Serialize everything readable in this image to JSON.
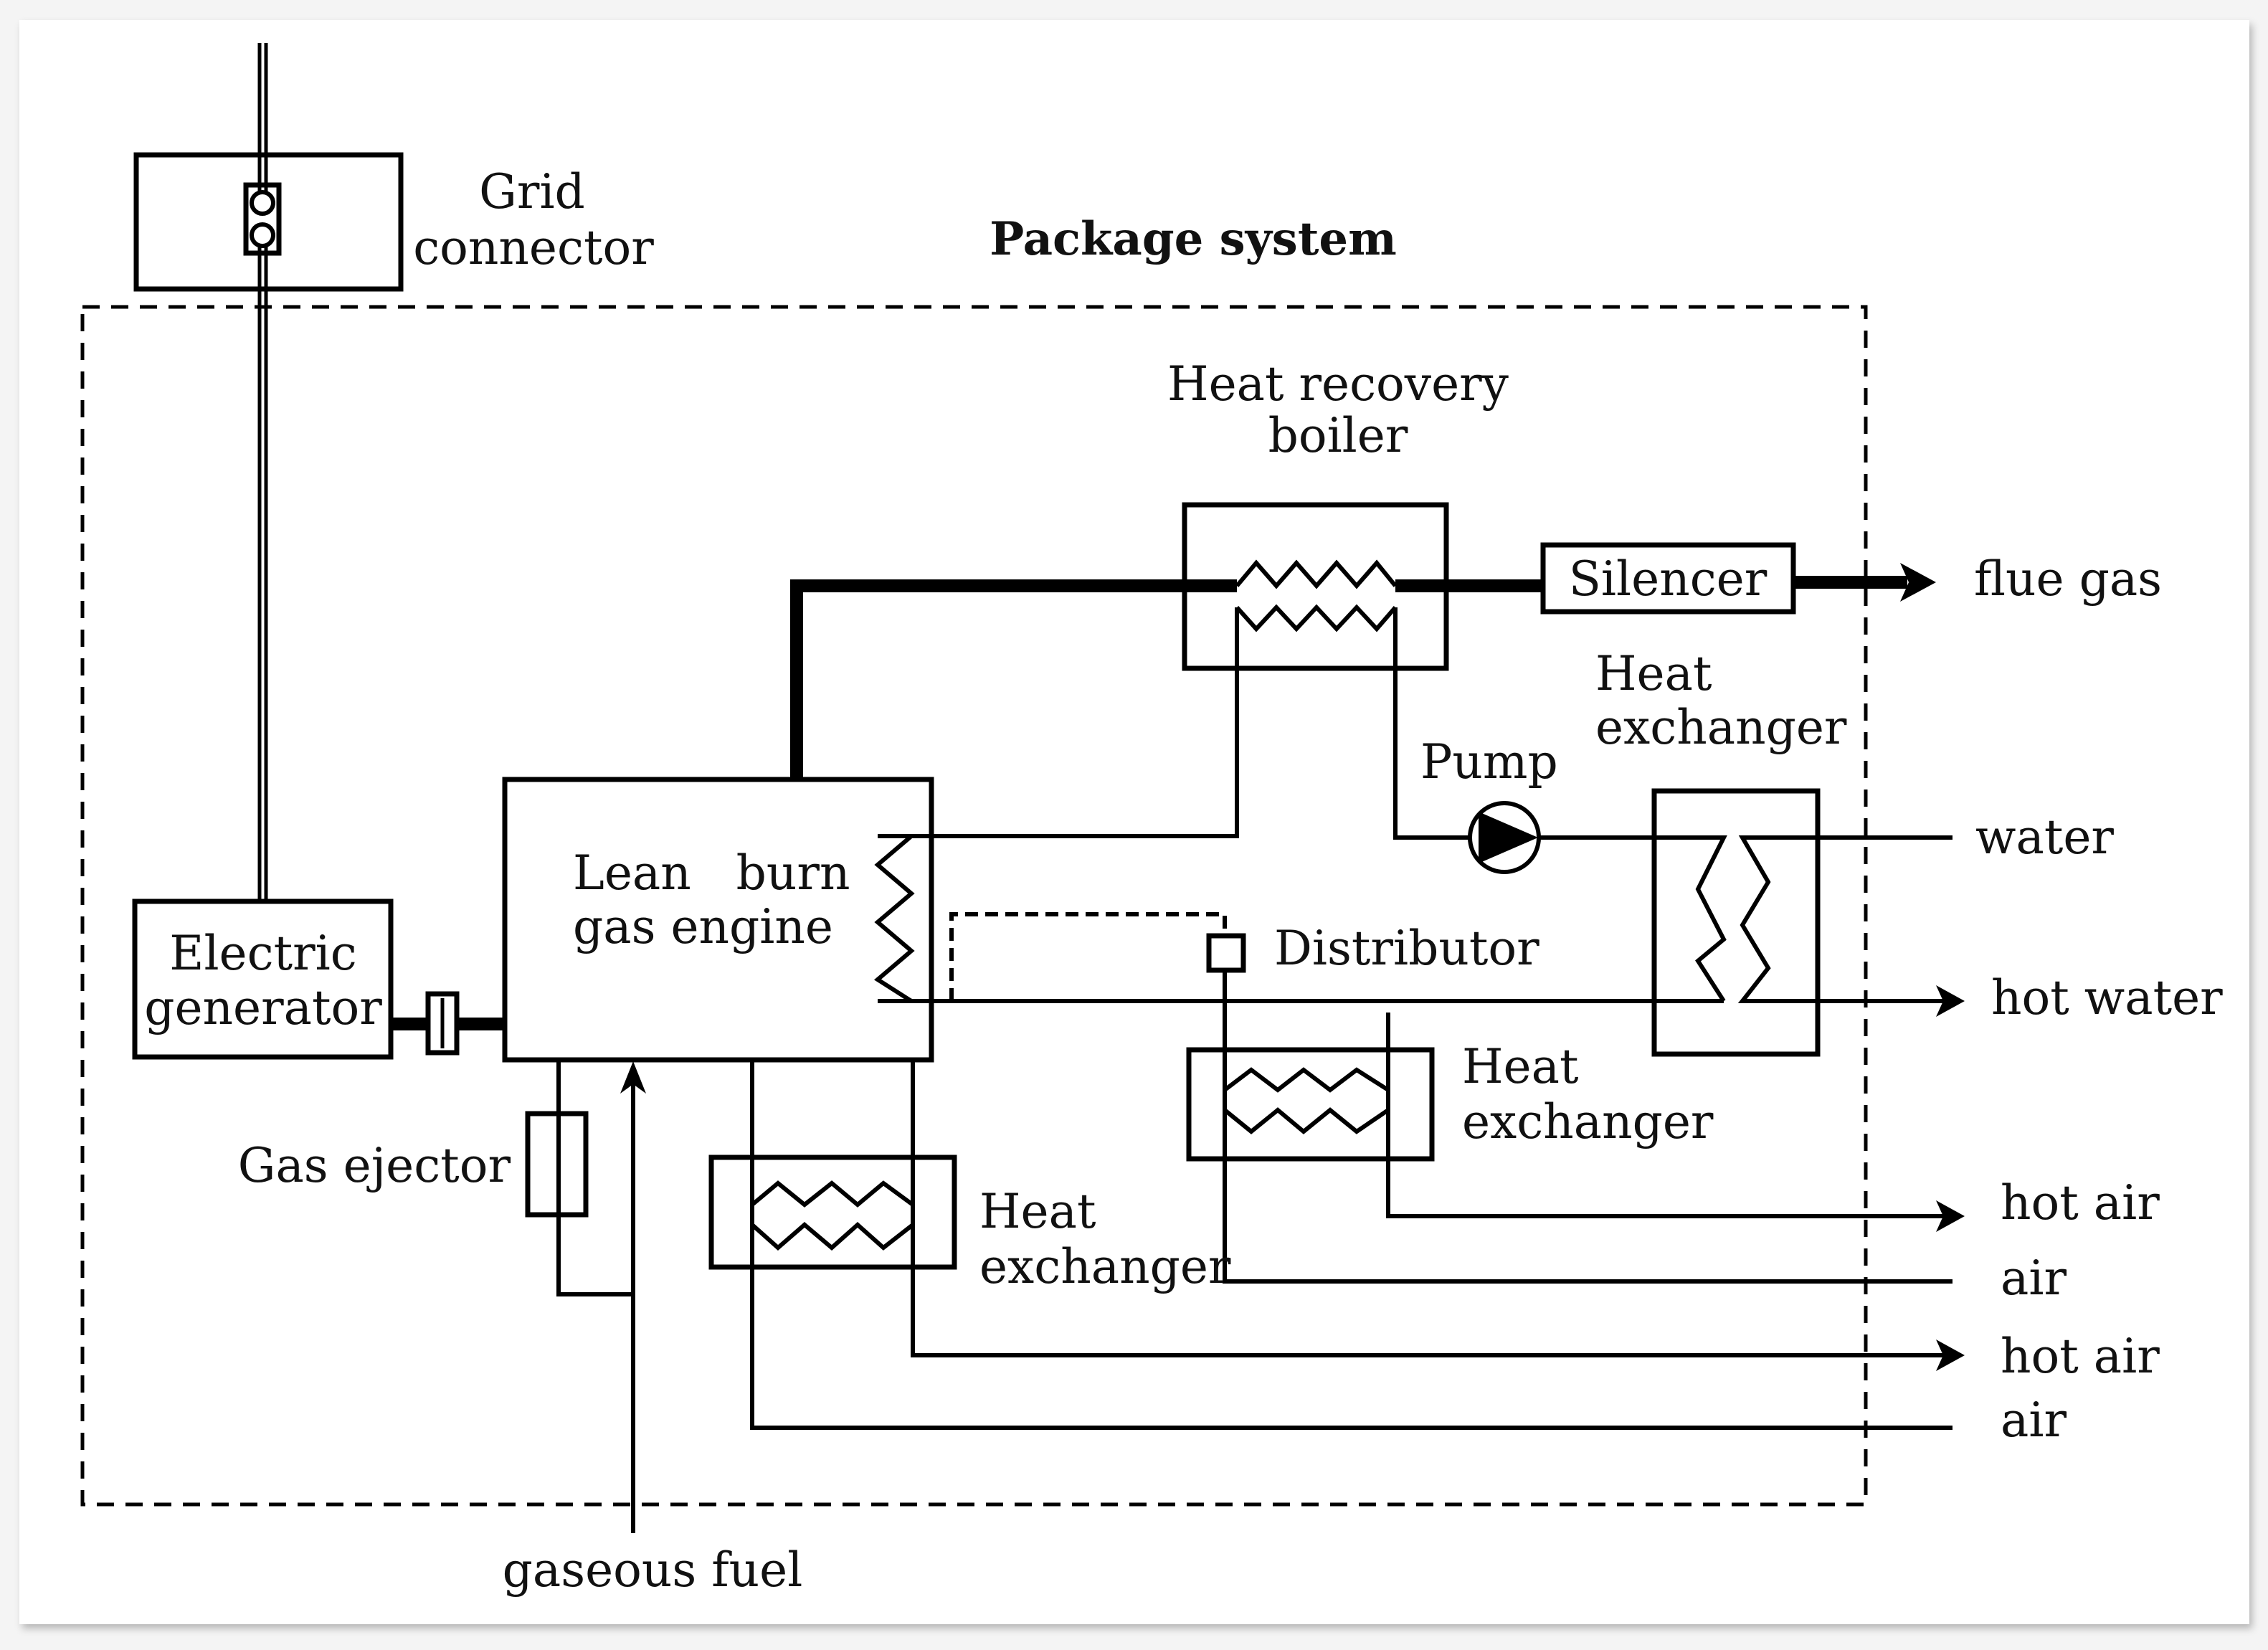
{
  "diagram": {
    "title": "Package system",
    "components": {
      "grid_connector": [
        "Grid",
        "connector"
      ],
      "electric_generator": [
        "Electric",
        "generator"
      ],
      "engine": [
        "Lean   burn",
        "gas engine"
      ],
      "heat_recovery_boiler": [
        "Heat recovery",
        "boiler"
      ],
      "silencer": "Silencer",
      "pump": "Pump",
      "water_heat_exchanger": [
        "Heat",
        "exchanger"
      ],
      "distributor": "Distributor",
      "middle_heat_exchanger": [
        "Heat",
        "exchanger"
      ],
      "lower_heat_exchanger": [
        "Heat",
        "exchanger"
      ],
      "gas_ejector": "Gas ejector"
    },
    "flows": {
      "flue_gas": "flue gas",
      "water": "water",
      "hot_water": "hot water",
      "hot_air_1": "hot air",
      "air_1": "air",
      "hot_air_2": "hot air",
      "air_2": "air",
      "gaseous_fuel": "gaseous fuel"
    }
  }
}
